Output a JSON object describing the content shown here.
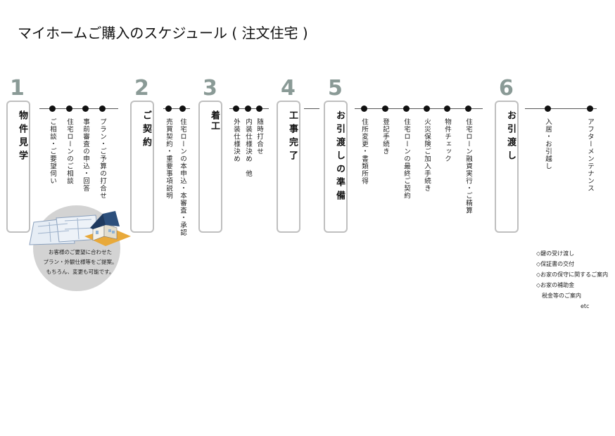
{
  "title": "マイホームご購入のスケジュール ( 注文住宅 )",
  "steps": [
    {
      "num": "1",
      "label": "物件見学"
    },
    {
      "num": "2",
      "label": "ご契約"
    },
    {
      "num": "3",
      "label": "着工"
    },
    {
      "num": "4",
      "label": "工事完了"
    },
    {
      "num": "5",
      "label": "お引渡しの準備"
    },
    {
      "num": "6",
      "label": "お引渡し"
    }
  ],
  "tasks": [
    "ご相談・ご要望伺い",
    "住宅ローンのご相談",
    "事前審査の申込・回答",
    "プラン・ご予算の打合せ",
    "売買契約・重要事項説明",
    "住宅ローンの本申込・本審査・承認",
    "外装仕様決め",
    "内装仕様決め　他",
    "随時打合せ",
    "住所変更・書類所得",
    "登記手続き",
    "住宅ローンの最終ご契約",
    "火災保険ご加入手続き",
    "物件チェック",
    "住宅ローン融資実行・ご精算",
    "入居・お引越し",
    "アフターメンテナンス"
  ],
  "circle_text": [
    "お客様のご要望に合わせた",
    "プラン・外観仕様等をご提案。",
    "もちろん、変更も可能です。"
  ],
  "notes": {
    "items": [
      "◇鍵の受け渡し",
      "◇保証書の交付",
      "◇お家の保守に関するご案内",
      "◇お家の補助金",
      "税金等のご案内"
    ],
    "etc": "etc"
  },
  "colors": {
    "step_number": "#8a9a96",
    "box_border": "#bfbfbf",
    "circle": "#d3d3d3",
    "house_roof": "#1f3a5f",
    "house_wall": "#f4f1e8",
    "lawn": "#e8a93a"
  }
}
